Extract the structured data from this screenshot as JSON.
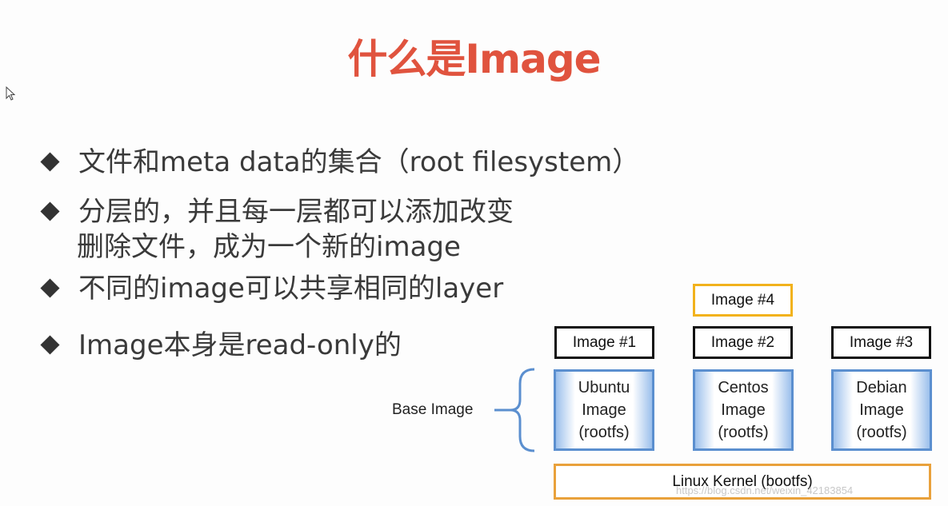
{
  "slide": {
    "title": "什么是Image",
    "bullets": [
      {
        "line1": "文件和meta data的集合（root filesystem）"
      },
      {
        "line1": "分层的，并且每一层都可以添加改变",
        "line2": "删除文件，成为一个新的image"
      },
      {
        "line1": "不同的image可以共享相同的layer"
      },
      {
        "line1": "Image本身是read-only的"
      }
    ]
  },
  "diagram": {
    "image4": "Image #4",
    "image1": "Image #1",
    "image2": "Image #2",
    "image3": "Image #3",
    "base_label": "Base Image",
    "rootfs": [
      {
        "name": "Ubuntu",
        "line2": "Image",
        "line3": "(rootfs)"
      },
      {
        "name": "Centos",
        "line2": "Image",
        "line3": "(rootfs)"
      },
      {
        "name": "Debian",
        "line2": "Image",
        "line3": "(rootfs)"
      }
    ],
    "kernel": "Linux Kernel (bootfs)",
    "colors": {
      "title": "#e0533e",
      "rootfs_border": "#5b8fcf",
      "kernel_border": "#e9a13b",
      "image4_border": "#f2b21c"
    }
  },
  "watermark": "https://blog.csdn.net/weixin_42183854"
}
